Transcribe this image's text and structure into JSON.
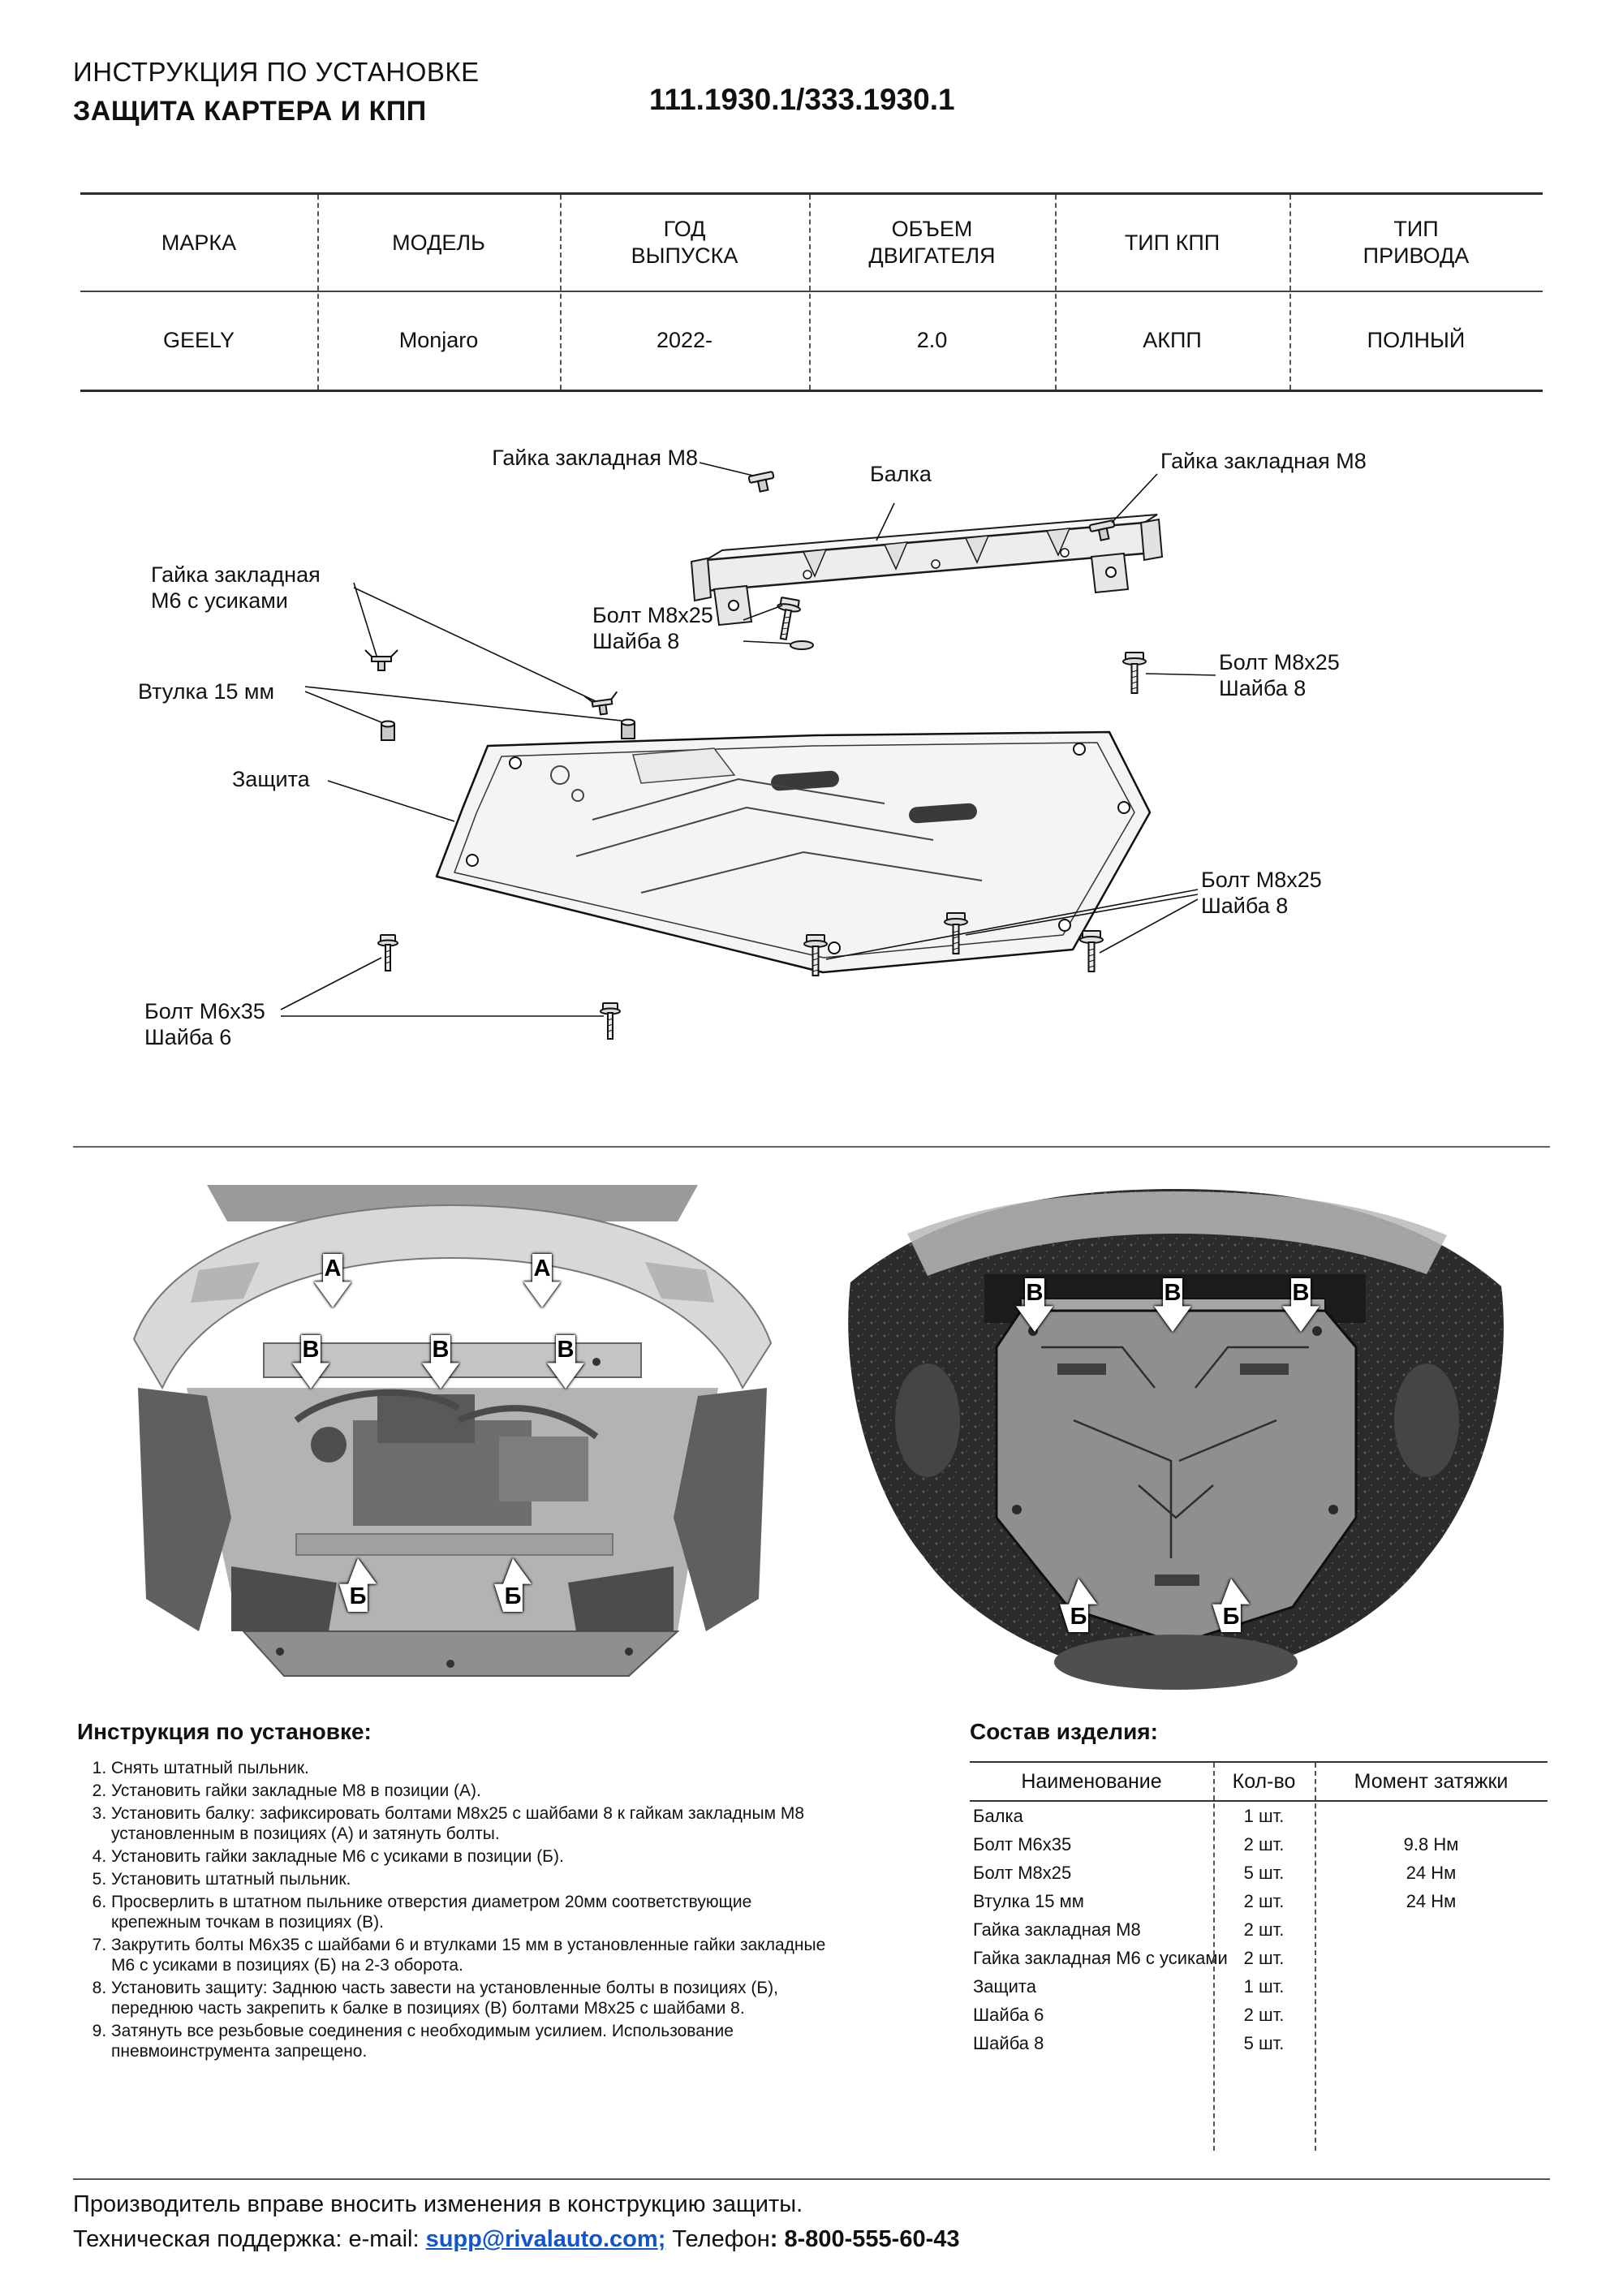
{
  "header": {
    "title_line1": "ИНСТРУКЦИЯ ПО УСТАНОВКЕ",
    "title_line2": "ЗАЩИТА КАРТЕРА И КПП",
    "part_numbers": "111.1930.1/333.1930.1"
  },
  "spec_table": {
    "headers": [
      "МАРКА",
      "МОДЕЛЬ",
      "ГОД\nВЫПУСКА",
      "ОБЪЕМ\nДВИГАТЕЛЯ",
      "ТИП КПП",
      "ТИП\nПРИВОДА"
    ],
    "row": [
      "GEELY",
      "Monjaro",
      "2022-",
      "2.0",
      "АКПП",
      "ПОЛНЫЙ"
    ]
  },
  "diagram": {
    "labels": {
      "nut_m8_left": "Гайка закладная М8",
      "beam": "Балка",
      "nut_m8_right": "Гайка закладная М8",
      "nut_m6": "Гайка закладная\nМ6 с усиками",
      "bolt_m8_top": "Болт М8х25\nШайба 8",
      "bolt_m8_right": "Болт М8х25\nШайба 8",
      "bushing": "Втулка 15 мм",
      "guard": "Защита",
      "bolt_m8_bottom": "Болт М8х25\nШайба 8",
      "bolt_m6": "Болт М6х35\nШайба 6"
    }
  },
  "photos": {
    "left_markers": [
      "А",
      "А",
      "В",
      "В",
      "В",
      "Б",
      "Б"
    ],
    "right_markers": [
      "В",
      "В",
      "В",
      "Б",
      "Б"
    ]
  },
  "instructions": {
    "title": "Инструкция по установке:",
    "steps": [
      "Снять штатный пыльник.",
      "Установить гайки закладные М8 в позиции (А).",
      "Установить балку: зафиксировать болтами М8х25 с шайбами 8 к гайкам закладным М8 установленным в позициях (А) и затянуть болты.",
      "Установить гайки закладные М6 с усиками в позиции (Б).",
      "Установить штатный пыльник.",
      "Просверлить в штатном пыльнике отверстия диаметром 20мм соответствующие крепежным точкам в позициях (В).",
      "Закрутить болты М6х35 с шайбами 6 и втулками 15 мм в установленные гайки закладные М6 с усиками в позициях (Б) на 2-3 оборота.",
      "Установить защиту: Заднюю часть завести на установленные болты в позициях (Б), переднюю часть закрепить к балке в позициях (В) болтами М8х25 с шайбами 8.",
      "Затянуть все резьбовые соединения с необходимым усилием. Использование пневмоинструмента запрещено."
    ]
  },
  "parts": {
    "title": "Состав изделия:",
    "headers": [
      "Наименование",
      "Кол-во",
      "Момент затяжки"
    ],
    "rows": [
      {
        "name": "Балка",
        "qty": "1 шт.",
        "torque": ""
      },
      {
        "name": "Болт М6х35",
        "qty": "2 шт.",
        "torque": "9.8 Нм"
      },
      {
        "name": "Болт М8х25",
        "qty": "5 шт.",
        "torque": "24 Нм"
      },
      {
        "name": "Втулка 15 мм",
        "qty": "2 шт.",
        "torque": "24 Нм"
      },
      {
        "name": "Гайка закладная М8",
        "qty": "2 шт.",
        "torque": ""
      },
      {
        "name": "Гайка закладная М6 с усиками",
        "qty": "2 шт.",
        "torque": ""
      },
      {
        "name": "Защита",
        "qty": "1 шт.",
        "torque": ""
      },
      {
        "name": "Шайба 6",
        "qty": "2 шт.",
        "torque": ""
      },
      {
        "name": "Шайба 8",
        "qty": "5 шт.",
        "torque": ""
      }
    ]
  },
  "footer": {
    "line1": "Производитель вправе вносить изменения в конструкцию защиты.",
    "support_prefix": "Техническая поддержка:  e-mail: ",
    "email": "supp@rivalauto.com",
    "separator": ";",
    "phone_label": " Телефон",
    "phone": ": 8-800-555-60-43"
  }
}
